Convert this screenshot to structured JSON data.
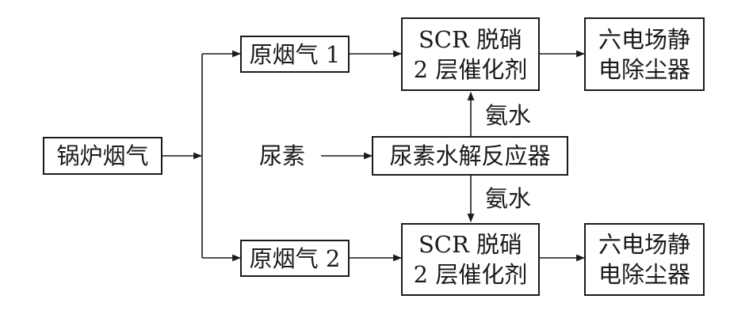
{
  "nodes": {
    "boiler_flue_gas": "锅炉烟气",
    "raw_flue_gas_1": "原烟气 1",
    "raw_flue_gas_2": "原烟气 2",
    "scr_top": {
      "line1": "SCR 脱硝",
      "line2": "2 层催化剂"
    },
    "scr_bottom": {
      "line1": "SCR 脱硝",
      "line2": "2 层催化剂"
    },
    "esp_top": {
      "line1": "六电场静",
      "line2": "电除尘器"
    },
    "esp_bottom": {
      "line1": "六电场静",
      "line2": "电除尘器"
    },
    "urea_hydrolysis_reactor": "尿素水解反应器"
  },
  "labels": {
    "urea": "尿素",
    "ammonia_water_top": "氨水",
    "ammonia_water_bottom": "氨水"
  }
}
